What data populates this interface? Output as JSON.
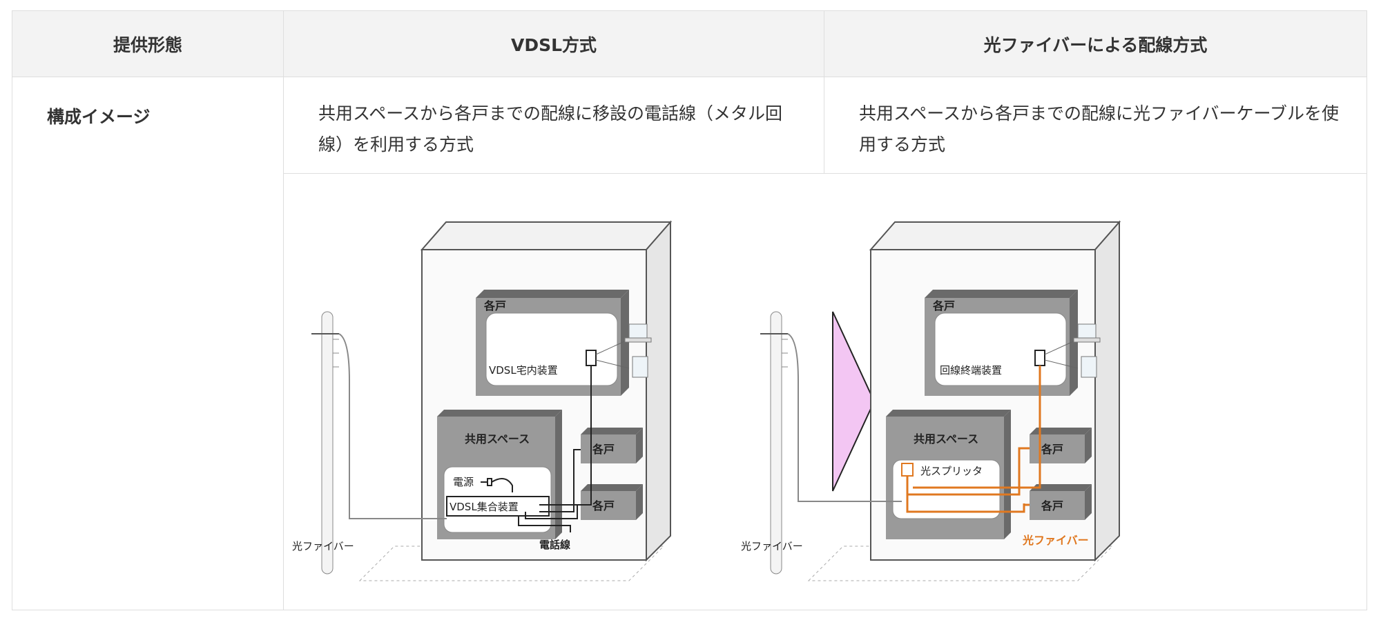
{
  "table": {
    "headers": [
      "提供形態",
      "VDSL方式",
      "光ファイバーによる配線方式"
    ],
    "row_label": "構成イメージ",
    "descriptions": [
      "共用スペースから各戸までの配線に移設の電話線（メタル回線）を利用する方式",
      "共用スペースから各戸までの配線に光ファイバーケーブルを使用する方式"
    ]
  },
  "diagram": {
    "left": {
      "unit_label": "各戸",
      "device_label": "VDSL宅内装置",
      "shared_space_label": "共用スペース",
      "power_label": "電源",
      "concentrator_label": "VDSL集合装置",
      "side_units": [
        "各戸",
        "各戸"
      ],
      "fiber_label": "光ファイバー",
      "phone_line_label": "電話線"
    },
    "right": {
      "unit_label": "各戸",
      "device_label": "回線終端装置",
      "shared_space_label": "共用スペース",
      "splitter_label": "光スプリッタ",
      "side_units": [
        "各戸",
        "各戸"
      ],
      "fiber_label": "光ファイバー",
      "fiber_label_orange": "光ファイバー"
    },
    "colors": {
      "arrow_fill": "#f3c6f3",
      "fiber_orange": "#e07820",
      "box_gray": "#9a9a9a",
      "box_dark": "#7a7a7a"
    }
  }
}
